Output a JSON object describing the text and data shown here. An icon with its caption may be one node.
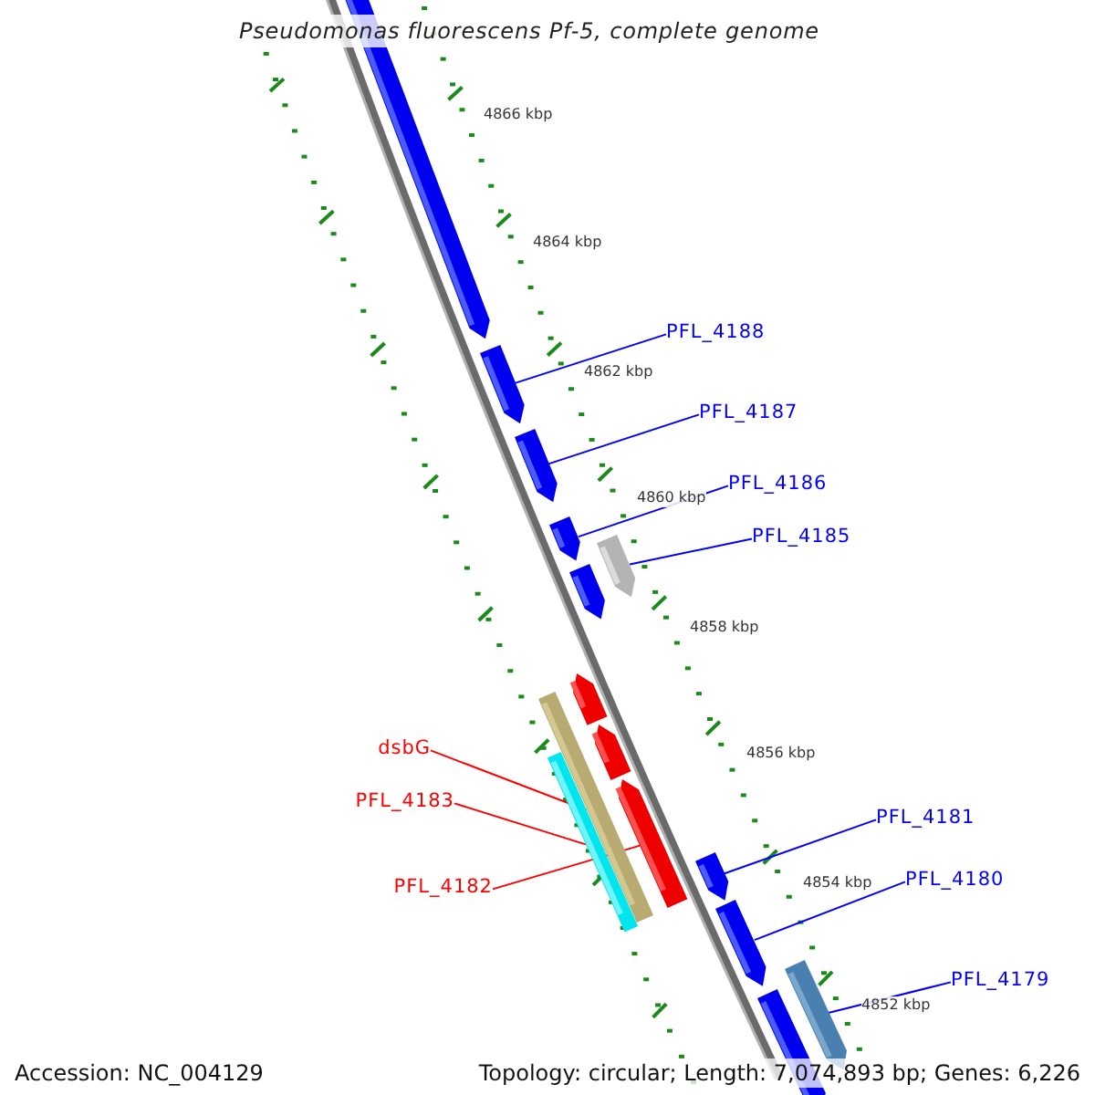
{
  "diagram": {
    "title": "Pseudomonas fluorescens Pf-5, complete genome",
    "nodes": [
      {
        "text": [],
        "shape": "arrow"
      },
      {
        "text": [
          "PFL_4188"
        ]
      },
      {
        "text": [],
        "shape": "arrow"
      },
      {
        "text": [
          "PFL_4187"
        ]
      },
      {
        "text": [],
        "shape": "arrow"
      },
      {
        "text": [
          "PFL_4186"
        ]
      },
      {
        "text": [],
        "shape": "arrow"
      },
      {
        "text": [
          "PFL_4185"
        ]
      },
      {
        "text": [],
        "shape": "arrow"
      },
      {
        "text": [],
        "shape": "arrow"
      },
      {
        "text": [],
        "shape": "arrow"
      },
      {
        "text": [],
        "shape": "bar"
      },
      {
        "text": [
          "dsbG"
        ]
      },
      {
        "text": [],
        "shape": "arrow"
      },
      {
        "text": [],
        "shape": "bar"
      },
      {
        "text": [
          "PFL_4183"
        ]
      },
      {
        "text": [],
        "shape": "arrow"
      },
      {
        "text": [
          "PFL_4182"
        ]
      },
      {
        "text": [
          "PFL_4181"
        ]
      },
      {
        "text": [],
        "shape": "arrow"
      },
      {
        "text": [
          "PFL_4180"
        ]
      },
      {
        "text": [],
        "shape": "arrow"
      },
      {
        "text": [
          "PFL_4179"
        ]
      },
      {
        "text": [],
        "shape": "arrow"
      },
      {
        "text": [],
        "shape": "arrow"
      }
    ],
    "edges": [
      {
        "from": 1,
        "to": 2,
        "arrow": "none"
      },
      {
        "from": 3,
        "to": 4,
        "arrow": "none"
      },
      {
        "from": 5,
        "to": 6,
        "arrow": "none"
      },
      {
        "from": 7,
        "to": 8,
        "arrow": "none"
      },
      {
        "from": 12,
        "to": 11,
        "arrow": "none",
        "color": "#ff0000"
      },
      {
        "from": 15,
        "to": 14,
        "arrow": "none",
        "color": "#ff0000"
      },
      {
        "from": 17,
        "to": 16,
        "arrow": "none",
        "color": "#ff0000"
      },
      {
        "from": 18,
        "to": 19,
        "arrow": "none"
      },
      {
        "from": 20,
        "to": 21,
        "arrow": "none"
      },
      {
        "from": 22,
        "to": 23,
        "arrow": "none"
      }
    ],
    "labels": [
      "4866 kbp",
      "4864 kbp",
      "4862 kbp",
      "4860 kbp",
      "4858 kbp",
      "4856 kbp",
      "4854 kbp",
      "4852 kbp",
      "Accession: NC_004129",
      "Topology: circular; Length: 7,074,893 bp; Genes: 6,226"
    ]
  }
}
